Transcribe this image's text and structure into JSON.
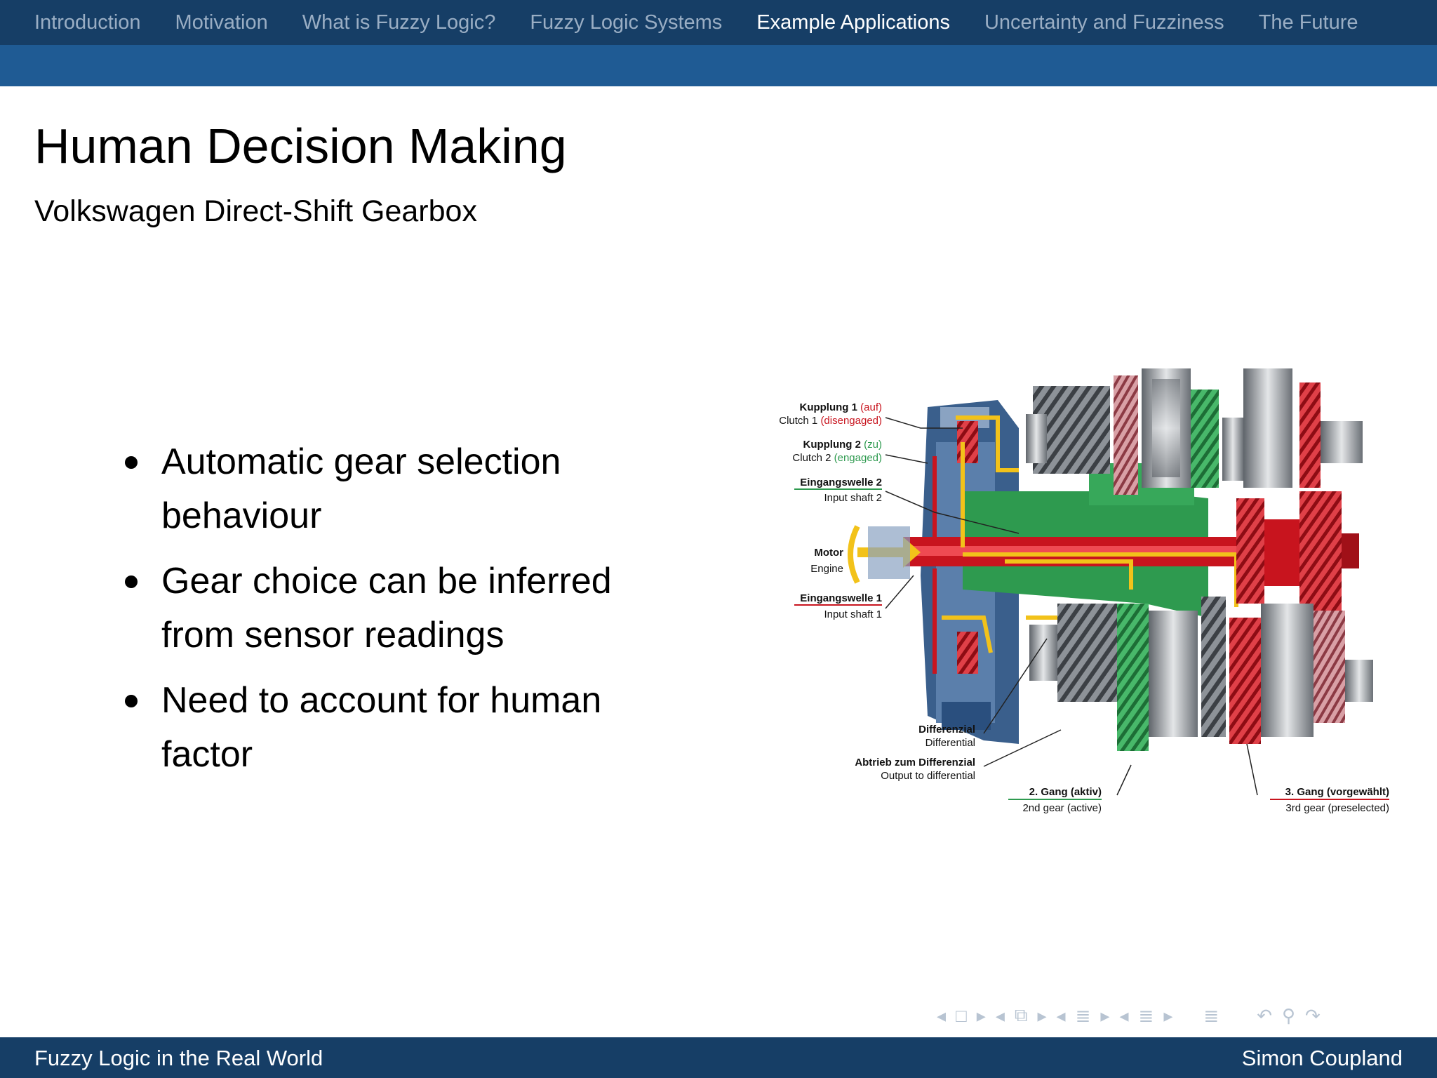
{
  "nav": {
    "items": [
      {
        "label": "Introduction"
      },
      {
        "label": "Motivation"
      },
      {
        "label": "What is Fuzzy Logic?"
      },
      {
        "label": "Fuzzy Logic Systems"
      },
      {
        "label": "Example Applications",
        "active": true
      },
      {
        "label": "Uncertainty and Fuzziness"
      },
      {
        "label": "The Future"
      }
    ]
  },
  "slide": {
    "title": "Human Decision Making",
    "subtitle": "Volkswagen Direct-Shift Gearbox",
    "bullets": [
      "Automatic gear selection behaviour",
      "Gear choice can be inferred from sensor readings",
      "Need to account for human factor"
    ]
  },
  "figure": {
    "labels": {
      "clutch1_de": "Kupplung 1",
      "clutch1_de_state": "(auf)",
      "clutch1_en": "Clutch 1",
      "clutch1_en_state": "(disengaged)",
      "clutch2_de": "Kupplung 2",
      "clutch2_de_state": "(zu)",
      "clutch2_en": "Clutch 2",
      "clutch2_en_state": "(engaged)",
      "input2_de": "Eingangswelle 2",
      "input2_en": "Input shaft 2",
      "motor_de": "Motor",
      "motor_en": "Engine",
      "input1_de": "Eingangswelle 1",
      "input1_en": "Input shaft 1",
      "diff_de": "Differenzial",
      "diff_en": "Differential",
      "output_de": "Abtrieb zum Differenzial",
      "output_en": "Output to differential",
      "gear2_de": "2. Gang (aktiv)",
      "gear2_en": "2nd gear (active)",
      "gear3_de": "3. Gang (vorgewählt)",
      "gear3_en": "3rd gear (preselected)"
    },
    "colors": {
      "red": "#c8141e",
      "green": "#2e9a4f",
      "yellow": "#f2c21a",
      "blue": "#2a4f7e",
      "steel": "#9aa0a6"
    }
  },
  "footer": {
    "left": "Fuzzy Logic in the Real World",
    "right": "Simon Coupland"
  },
  "beamer_nav_icons": [
    "arrow-left-icon",
    "frame-icon",
    "arrow-right-icon",
    "subsection-icon",
    "section-icon",
    "document-icon",
    "search-icon",
    "back-icon"
  ]
}
